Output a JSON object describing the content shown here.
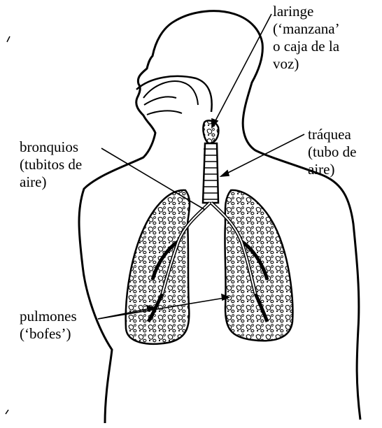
{
  "labels": {
    "laringe": "laringe\n(‘manzana’\no caja de la\nvoz)",
    "traquea": "tráquea\n(tubo de\naire)",
    "bronquios": "bronquios\n(tubitos de\naire)",
    "pulmones": "pulmones\n(‘bofes’)"
  },
  "colors": {
    "ink": "#000000",
    "background": "#ffffff"
  }
}
